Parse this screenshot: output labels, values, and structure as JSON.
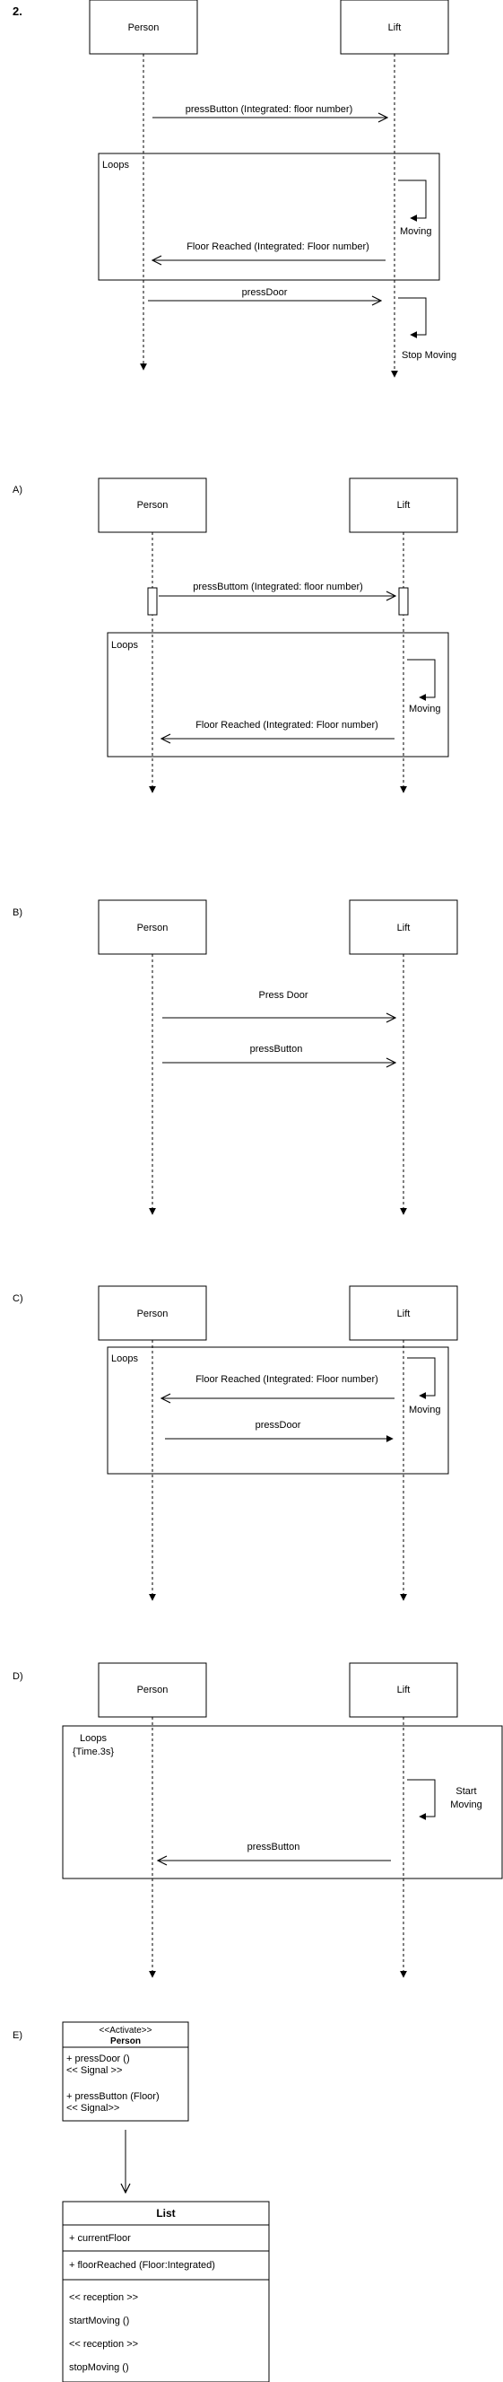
{
  "sections": [
    {
      "label": "2.",
      "actors": [
        "Person",
        "Lift"
      ],
      "loop_label": "Loops",
      "messages": [
        "pressButton (Integrated: floor number)",
        "Floor Reached (Integrated: Floor number)",
        "pressDoor"
      ],
      "self_calls": [
        "Moving",
        "Stop Moving"
      ]
    },
    {
      "label": "A)",
      "actors": [
        "Person",
        "Lift"
      ],
      "loop_label": "Loops",
      "messages": [
        "pressButtom (Integrated: floor number)",
        "Floor Reached (Integrated: Floor number)"
      ],
      "self_calls": [
        "Moving"
      ]
    },
    {
      "label": "B)",
      "actors": [
        "Person",
        "Lift"
      ],
      "messages": [
        "Press Door",
        "pressButton"
      ]
    },
    {
      "label": "C)",
      "actors": [
        "Person",
        "Lift"
      ],
      "loop_label": "Loops",
      "messages": [
        "Floor Reached (Integrated: Floor number)",
        "pressDoor"
      ],
      "self_calls": [
        "Moving"
      ]
    },
    {
      "label": "D)",
      "actors": [
        "Person",
        "Lift"
      ],
      "loop_label": "Loops",
      "loop_guard": "{Time.3s}",
      "messages": [
        "pressButton"
      ],
      "self_calls": [
        "Start",
        "Moving"
      ]
    },
    {
      "label": "E)",
      "person_class": {
        "stereotype": "<<Activate>>",
        "name": "Person",
        "members": [
          "+ pressDoor ()",
          "<< Signal >>",
          "+ pressButton (Floor)",
          "<< Signal>>"
        ]
      },
      "list_class": {
        "name": "List",
        "attributes": [
          "+ currentFloor"
        ],
        "operations": [
          "+ floorReached (Floor:Integrated)"
        ],
        "receptions": [
          "<< reception >>",
          "startMoving ()",
          "<< reception >>",
          "stopMoving ()"
        ]
      }
    }
  ]
}
